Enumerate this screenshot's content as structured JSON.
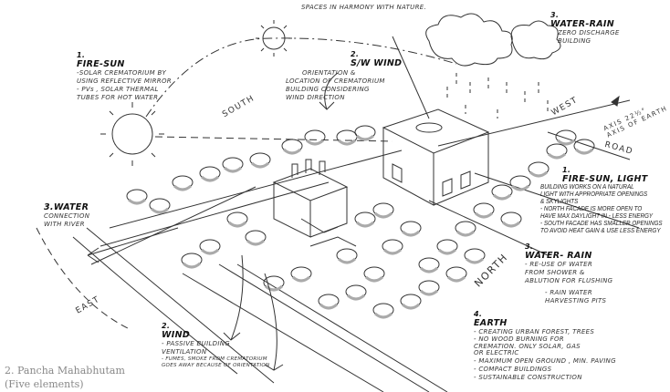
{
  "top_note": "SPACES IN HARMONY WITH NATURE.",
  "fire_sun": {
    "number": "1.",
    "title": "FIRE-SUN",
    "lines": [
      "-SOLAR CREMATORIUM BY",
      "USING REFLECTIVE MIRROR",
      "- PVs , SOLAR THERMAL",
      "TUBES FOR HOT WATER"
    ]
  },
  "sw_wind": {
    "number": "2.",
    "title": "S/W WIND",
    "lines": [
      "ORIENTATION &",
      "LOCATION OF CREMATORIUM",
      "BUILDING CONSIDERING",
      "WIND DIRECTION"
    ]
  },
  "water_rain_top": {
    "number": "3.",
    "title": "WATER-RAIN",
    "lines": [
      "ZERO DISCHARGE",
      "BUILDING"
    ]
  },
  "fire_sun_light": {
    "number": "1.",
    "title": "FIRE-SUN, LIGHT",
    "lines": [
      "BUILDING WORKS ON A NATURAL",
      "LIGHT WITH APPROPRIATE OPENINGS",
      "& SKYLIGHTS",
      "- NORTH FACADE IS MORE OPEN TO",
      "HAVE MAX DAYLIGHT IN - LESS ENERGY",
      "- SOUTH FACADE HAS SMALLER OPENINGS",
      "TO AVOID HEAT GAIN & USE LESS ENERGY"
    ]
  },
  "water_rain_right": {
    "number": "3.",
    "title": "WATER- RAIN",
    "lines": [
      "- RE-USE OF WATER",
      "FROM SHOWER &",
      "ABLUTION FOR FLUSHING",
      "- RAIN WATER",
      "HARVESTING PITS"
    ]
  },
  "water_river": {
    "title": "3.WATER",
    "lines": [
      "CONNECTION",
      "WITH RIVER"
    ]
  },
  "wind": {
    "number": "2.",
    "title": "WIND",
    "lines": [
      "- PASSIVE BUILDING",
      "VENTILATION",
      "- FUMES, SMOKE FROM CREMATORIUM",
      "GOES AWAY BECAUSE OF ORIENTATION"
    ]
  },
  "earth": {
    "number": "4.",
    "title": "EARTH",
    "lines": [
      "- CREATING URBAN FOREST, TREES",
      "- NO WOOD BURNING FOR",
      "CREMATION. ONLY SOLAR, GAS",
      "OR ELECTRIC",
      "- MAXIMUM OPEN GROUND , MIN. PAVING",
      "- COMPACT BUILDINGS",
      "- SUSTAINABLE CONSTRUCTION"
    ]
  },
  "directions": {
    "south": "SOUTH",
    "west": "WEST",
    "north": "NORTH",
    "east": "EAST",
    "road": "ROAD",
    "axis": "AXIS 22½°",
    "axis_sub": "AXIS OF EARTH"
  },
  "caption": {
    "line1": "2. Pancha Mahabhutam",
    "line2": "(Five elements)"
  }
}
